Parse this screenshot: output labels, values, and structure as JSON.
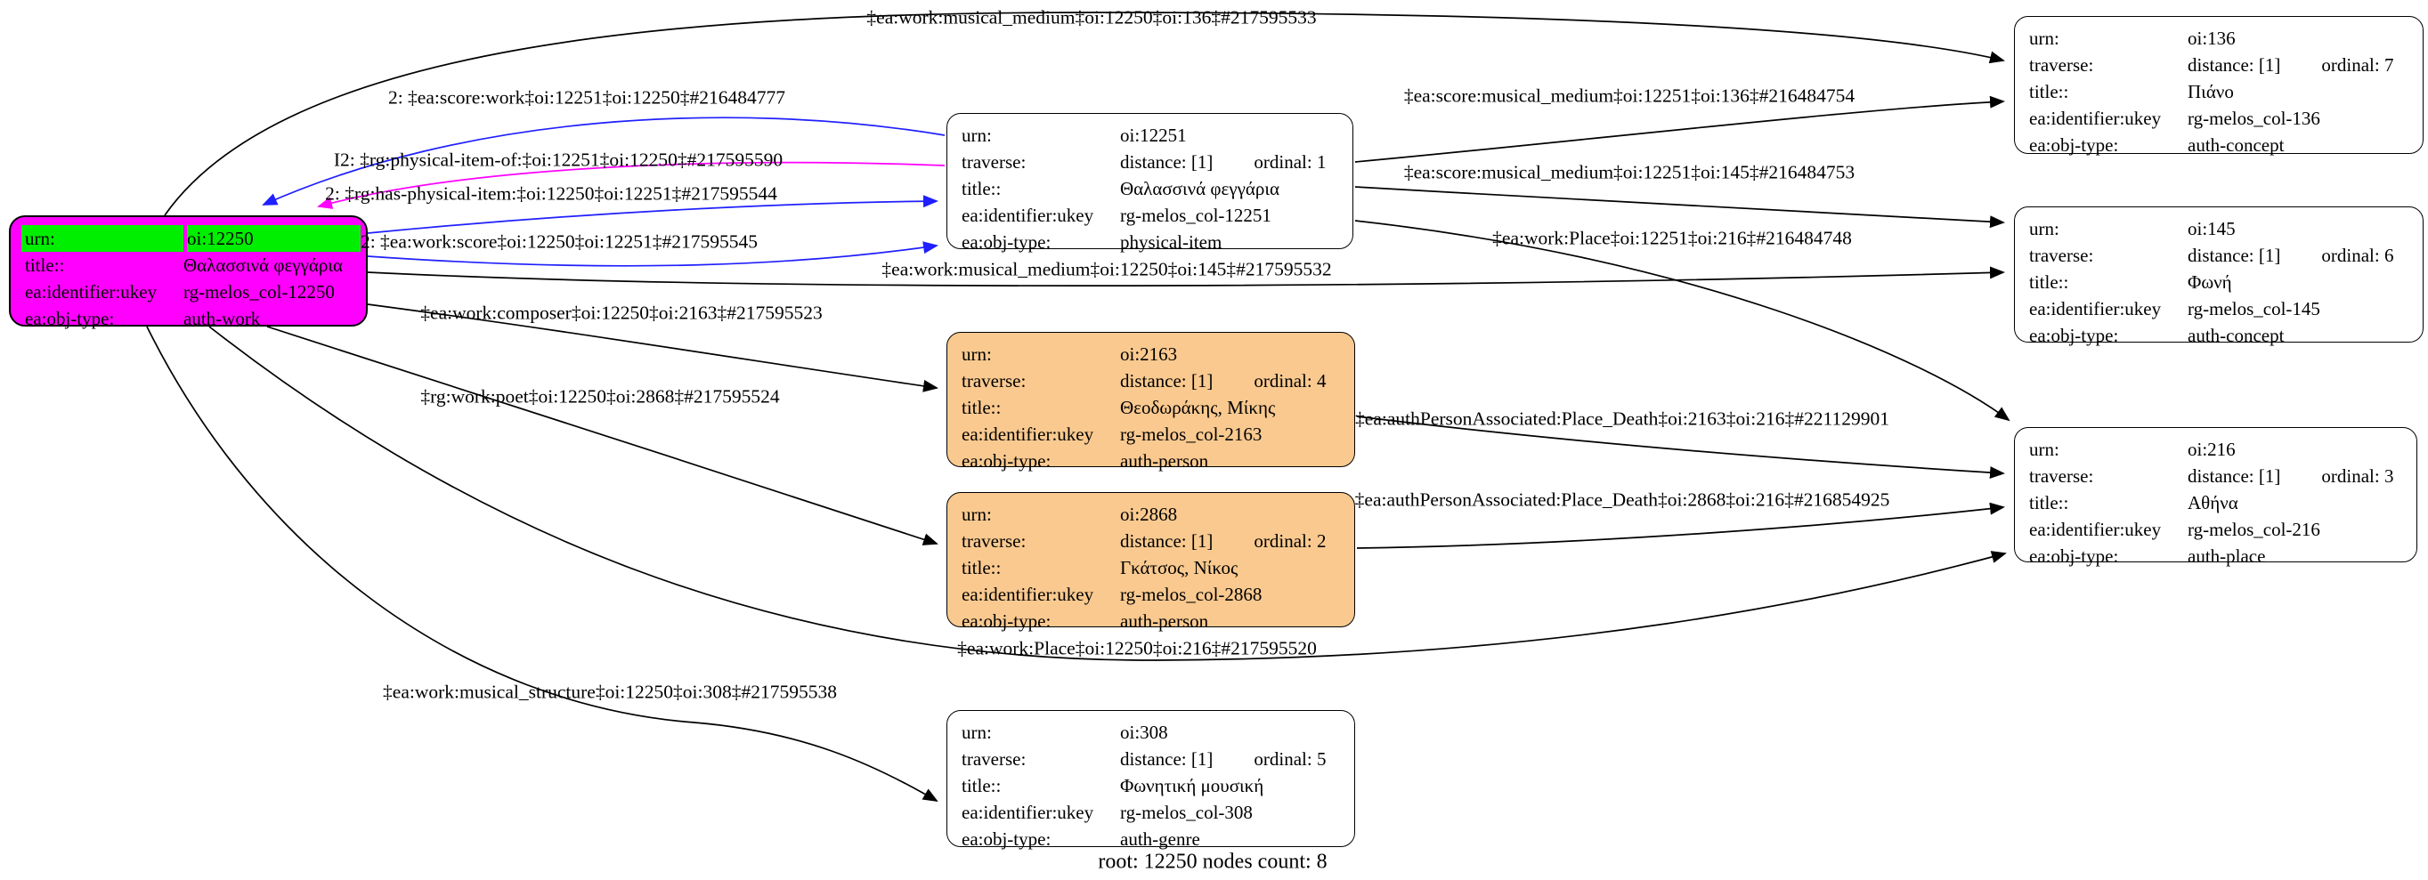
{
  "caption": "root: 12250 nodes count: 8",
  "colors": {
    "edge_black": "#000000",
    "edge_blue": "#1f1fff",
    "edge_magenta": "#ff00ff",
    "root_fill": "#ff00ff",
    "root_highlight": "#00ee00",
    "person_fill": "#f9c98f",
    "plain_fill": "#ffffff"
  },
  "nodes": [
    {
      "id": "oi:12250",
      "kind": "root",
      "rows": [
        {
          "label": "urn:",
          "value": "oi:12250",
          "highlight": true
        },
        {
          "label": "title::",
          "value": "Θαλασσινά φεγγάρια"
        },
        {
          "label": "ea:identifier:ukey",
          "value": "rg-melos_col-12250"
        },
        {
          "label": "ea:obj-type:",
          "value": "auth-work"
        }
      ]
    },
    {
      "id": "oi:12251",
      "kind": "plain",
      "rows": [
        {
          "label": "urn:",
          "value": "oi:12251"
        },
        {
          "label": "traverse:",
          "value": "distance: [1]",
          "extra": "ordinal: 1"
        },
        {
          "label": "title::",
          "value": "Θαλασσινά φεγγάρια"
        },
        {
          "label": "ea:identifier:ukey",
          "value": "rg-melos_col-12251"
        },
        {
          "label": "ea:obj-type:",
          "value": "physical-item"
        }
      ]
    },
    {
      "id": "oi:136",
      "kind": "plain",
      "rows": [
        {
          "label": "urn:",
          "value": "oi:136"
        },
        {
          "label": "traverse:",
          "value": "distance: [1]",
          "extra": "ordinal: 7"
        },
        {
          "label": "title::",
          "value": "Πιάνο"
        },
        {
          "label": "ea:identifier:ukey",
          "value": "rg-melos_col-136"
        },
        {
          "label": "ea:obj-type:",
          "value": "auth-concept"
        }
      ]
    },
    {
      "id": "oi:145",
      "kind": "plain",
      "rows": [
        {
          "label": "urn:",
          "value": "oi:145"
        },
        {
          "label": "traverse:",
          "value": "distance: [1]",
          "extra": "ordinal: 6"
        },
        {
          "label": "title::",
          "value": "Φωνή"
        },
        {
          "label": "ea:identifier:ukey",
          "value": "rg-melos_col-145"
        },
        {
          "label": "ea:obj-type:",
          "value": "auth-concept"
        }
      ]
    },
    {
      "id": "oi:216",
      "kind": "plain",
      "rows": [
        {
          "label": "urn:",
          "value": "oi:216"
        },
        {
          "label": "traverse:",
          "value": "distance: [1]",
          "extra": "ordinal: 3"
        },
        {
          "label": "title::",
          "value": "Αθήνα"
        },
        {
          "label": "ea:identifier:ukey",
          "value": "rg-melos_col-216"
        },
        {
          "label": "ea:obj-type:",
          "value": "auth-place"
        }
      ]
    },
    {
      "id": "oi:2163",
      "kind": "person",
      "rows": [
        {
          "label": "urn:",
          "value": "oi:2163"
        },
        {
          "label": "traverse:",
          "value": "distance: [1]",
          "extra": "ordinal: 4"
        },
        {
          "label": "title::",
          "value": "Θεοδωράκης, Μίκης"
        },
        {
          "label": "ea:identifier:ukey",
          "value": "rg-melos_col-2163"
        },
        {
          "label": "ea:obj-type:",
          "value": "auth-person"
        }
      ]
    },
    {
      "id": "oi:2868",
      "kind": "person",
      "rows": [
        {
          "label": "urn:",
          "value": "oi:2868"
        },
        {
          "label": "traverse:",
          "value": "distance: [1]",
          "extra": "ordinal: 2"
        },
        {
          "label": "title::",
          "value": "Γκάτσος, Νίκος"
        },
        {
          "label": "ea:identifier:ukey",
          "value": "rg-melos_col-2868"
        },
        {
          "label": "ea:obj-type:",
          "value": "auth-person"
        }
      ]
    },
    {
      "id": "oi:308",
      "kind": "plain",
      "rows": [
        {
          "label": "urn:",
          "value": "oi:308"
        },
        {
          "label": "traverse:",
          "value": "distance: [1]",
          "extra": "ordinal: 5"
        },
        {
          "label": "title::",
          "value": "Φωνητική μουσική"
        },
        {
          "label": "ea:identifier:ukey",
          "value": "rg-melos_col-308"
        },
        {
          "label": "ea:obj-type:",
          "value": "auth-genre"
        }
      ]
    }
  ],
  "edge_labels": [
    {
      "text": "‡ea:work:musical_medium‡oi:12250‡oi:136‡#217595533"
    },
    {
      "text": "2: ‡ea:score:work‡oi:12251‡oi:12250‡#216484777"
    },
    {
      "text": "I2: ‡rg:physical-item-of:‡oi:12251‡oi:12250‡#217595590"
    },
    {
      "text": "2: ‡rg:has-physical-item:‡oi:12250‡oi:12251‡#217595544"
    },
    {
      "text": "2: ‡ea:work:score‡oi:12250‡oi:12251‡#217595545"
    },
    {
      "text": "‡ea:work:musical_medium‡oi:12250‡oi:145‡#217595532"
    },
    {
      "text": "‡ea:score:musical_medium‡oi:12251‡oi:136‡#216484754"
    },
    {
      "text": "‡ea:score:musical_medium‡oi:12251‡oi:145‡#216484753"
    },
    {
      "text": "‡ea:work:Place‡oi:12251‡oi:216‡#216484748"
    },
    {
      "text": "‡ea:work:composer‡oi:12250‡oi:2163‡#217595523"
    },
    {
      "text": "‡rg:work:poet‡oi:12250‡oi:2868‡#217595524"
    },
    {
      "text": "‡ea:authPersonAssociated:Place_Death‡oi:2163‡oi:216‡#221129901"
    },
    {
      "text": "‡ea:authPersonAssociated:Place_Death‡oi:2868‡oi:216‡#216854925"
    },
    {
      "text": "‡ea:work:Place‡oi:12250‡oi:216‡#217595520"
    },
    {
      "text": "‡ea:work:musical_structure‡oi:12250‡oi:308‡#217595538"
    }
  ]
}
